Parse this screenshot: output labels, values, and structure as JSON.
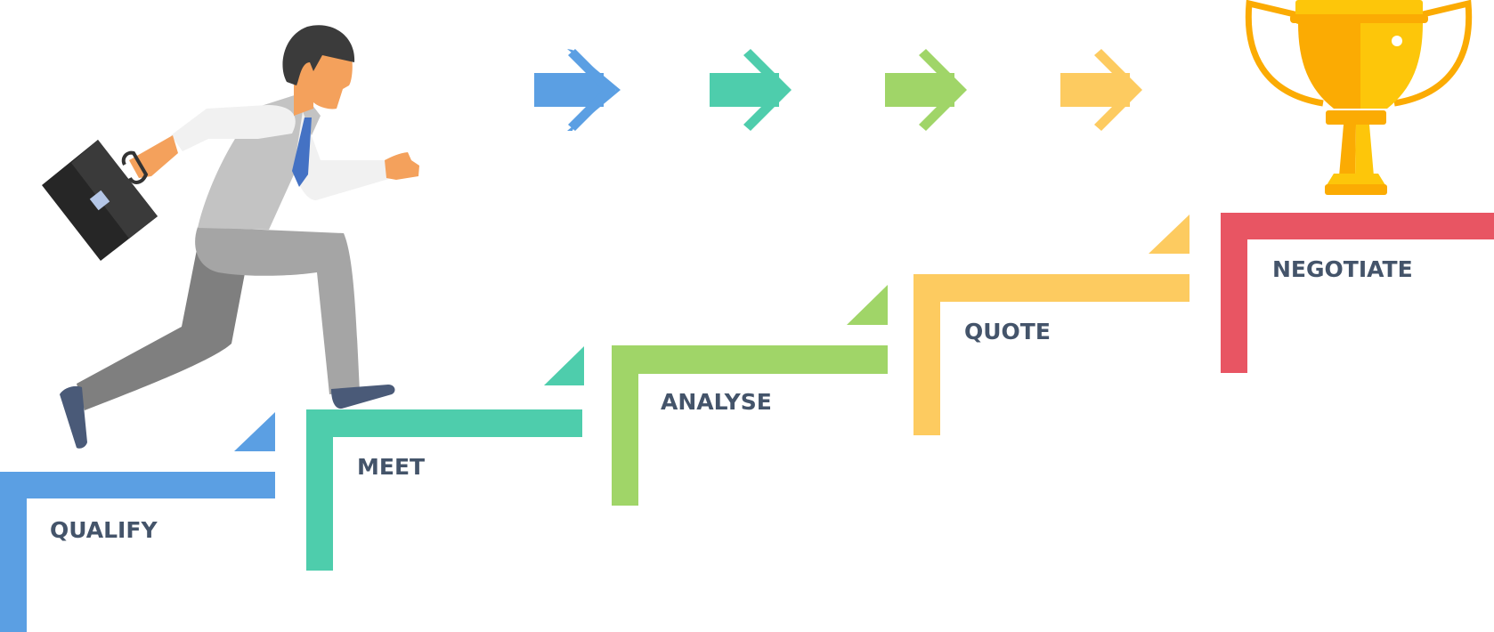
{
  "steps": [
    {
      "label": "QUALIFY",
      "color": "#5b9fe3"
    },
    {
      "label": "MEET",
      "color": "#4ecdac"
    },
    {
      "label": "ANALYSE",
      "color": "#a0d568"
    },
    {
      "label": "QUOTE",
      "color": "#fdcb60"
    },
    {
      "label": "NEGOTIATE",
      "color": "#e85563"
    }
  ],
  "arrow_colors": [
    "#5b9fe3",
    "#4ecdac",
    "#a0d568",
    "#fdcb60"
  ],
  "icons": {
    "figure": "businessman-running-icon",
    "briefcase": "briefcase-icon",
    "goal": "trophy-icon"
  },
  "colors": {
    "label_text": "#44546a",
    "trophy_gold": "#fdc60a",
    "trophy_shade": "#fbab03"
  }
}
